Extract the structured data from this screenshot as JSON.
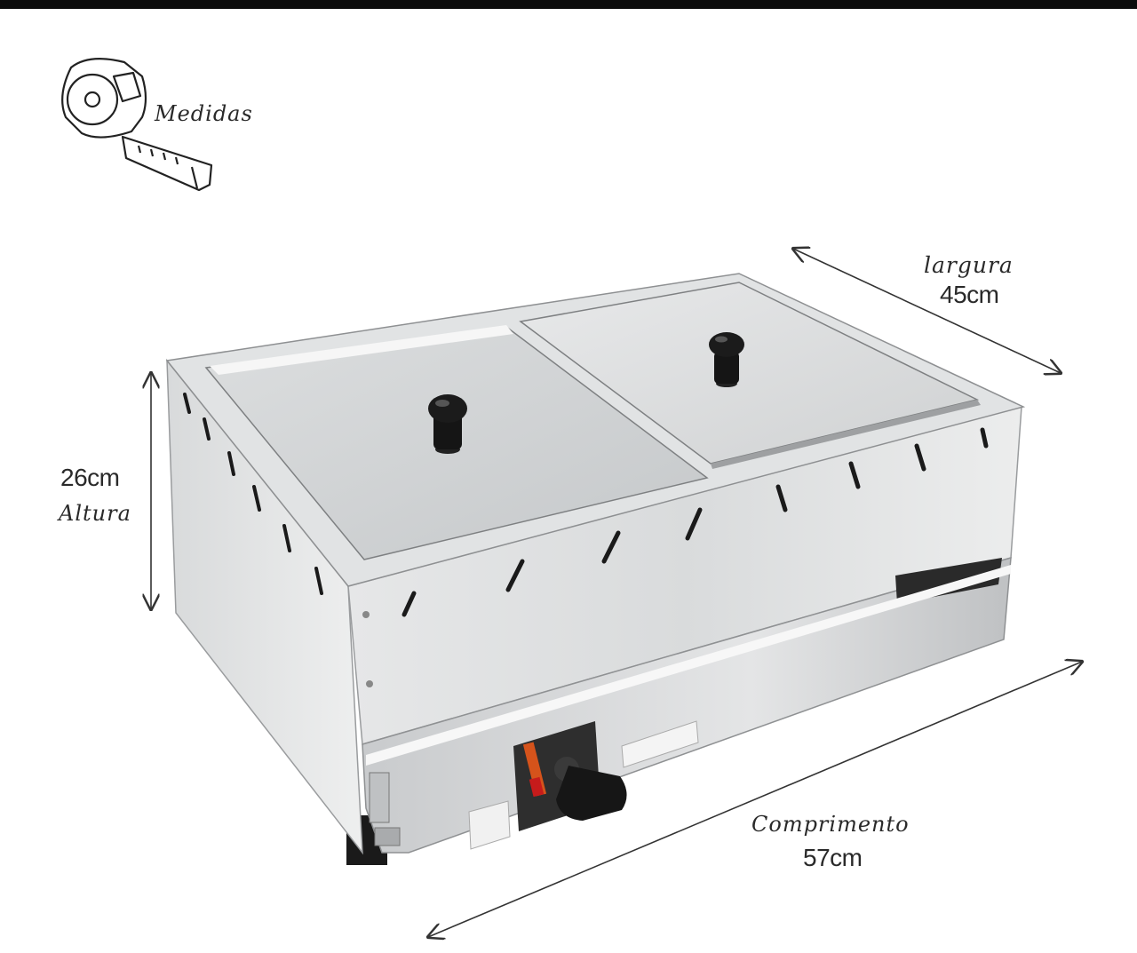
{
  "legend": {
    "icon": "tape-measure-icon",
    "title": "Medidas"
  },
  "dimensions": {
    "width": {
      "label": "largura",
      "value": "45cm"
    },
    "height": {
      "label": "Altura",
      "value": "26cm"
    },
    "length": {
      "label": "Comprimento",
      "value": "57cm"
    }
  },
  "product": {
    "name": "stainless-steel-bain-marie",
    "material_color": "#cfd1d3",
    "knob_color": "#1a1a1a"
  }
}
